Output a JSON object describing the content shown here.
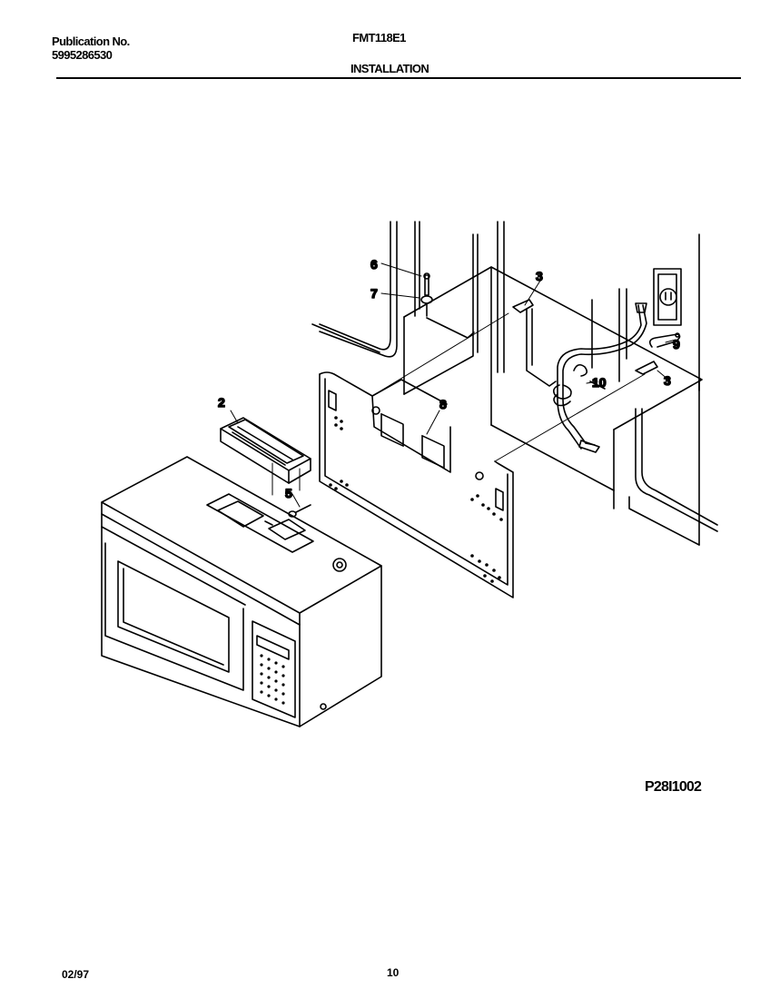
{
  "header": {
    "publication_label": "Publication No.",
    "publication_number": "5995286530",
    "model": "FMT118E1",
    "section_title": "INSTALLATION"
  },
  "callouts": {
    "c2": "2",
    "c3a": "3",
    "c3b": "3",
    "c5": "5",
    "c6": "6",
    "c7": "7",
    "c8": "8",
    "c9": "9",
    "c10": "10"
  },
  "figure_code": "P28I1002",
  "footer": {
    "date": "02/97",
    "page": "10"
  }
}
